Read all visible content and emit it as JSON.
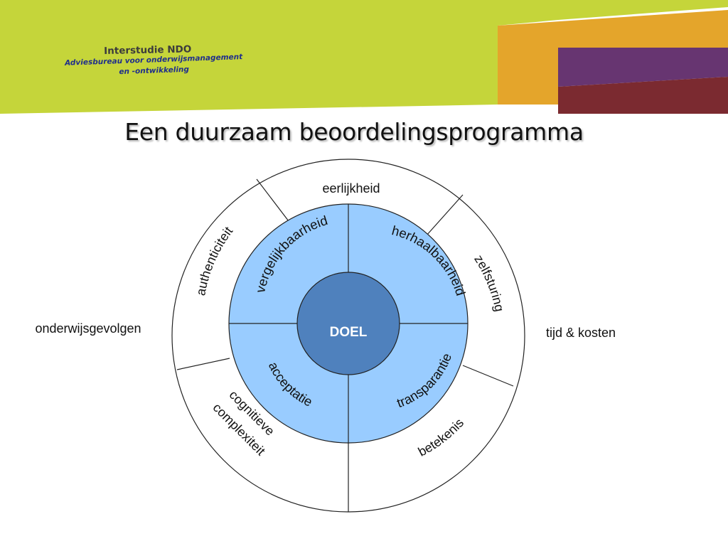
{
  "colors": {
    "lime": "#c5d53a",
    "orange": "#e4a52b",
    "purple": "#673571",
    "maroon": "#7b2a30",
    "ring_fill": "#ffffff",
    "inner_fill": "#99ccff",
    "center_fill": "#4f81bd",
    "line": "#222222",
    "title": "#111111",
    "brand_text": "#3c3c3c",
    "tagline_text": "#1f2e8c"
  },
  "header": {
    "company": "Interstudie NDO",
    "tagline_line1": "Adviesbureau voor onderwijsmanagement",
    "tagline_line2": "en -ontwikkeling"
  },
  "title": "Een duurzaam beoordelingsprogramma",
  "diagram": {
    "center_label": "DOEL",
    "inner_labels": {
      "top_left": "vergelijkbaarheid",
      "top_right": "herhaalbaarheid",
      "bottom_left": "acceptatie",
      "bottom_right": "transparantie"
    },
    "outer_labels": {
      "top": "eerlijkheid",
      "upper_left": "authenticiteit",
      "upper_right": "zelfsturing",
      "lower_left_line1": "cognitieve",
      "lower_left_line2": "complexiteit",
      "lower_right": "betekenis"
    },
    "side_labels": {
      "left": "onderwijsgevolgen",
      "right": "tijd & kosten"
    }
  }
}
